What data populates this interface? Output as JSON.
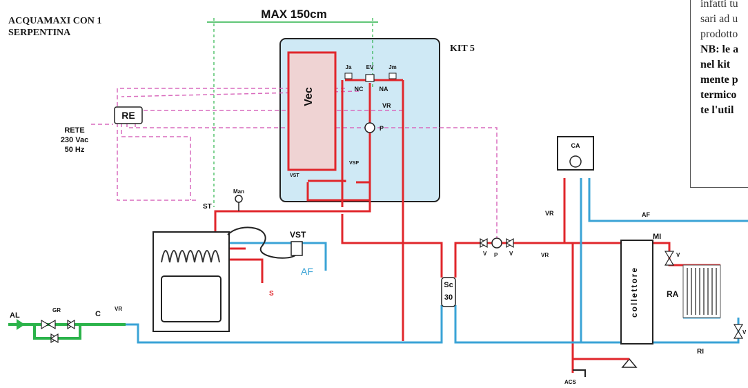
{
  "header": {
    "line1": "ACQUAMAXI CON 1",
    "line2": "SERPENTINA"
  },
  "note": {
    "lines": [
      "infatti tu",
      "sari ad u",
      "prodotto"
    ],
    "bold_lines": [
      "NB: le a",
      "nel kit",
      "mente p",
      "termico",
      "te l'util"
    ]
  },
  "labels": {
    "max": "MAX 150cm",
    "kit": "KIT 5",
    "re": "RE",
    "rete1": "RETE",
    "rete2": "230 Vac",
    "rete3": "50 Hz",
    "vec": "Vec",
    "ja": "Ja",
    "ev": "EV",
    "jm": "Jm",
    "nc": "NC",
    "na": "NA",
    "vr": "VR",
    "p": "P",
    "vsp": "VSP",
    "vst": "VST",
    "st": "ST",
    "man": "Man",
    "af": "AF",
    "s": "S",
    "al": "AL",
    "gr": "GR",
    "c": "C",
    "sc": "Sc",
    "sc30": "30",
    "v": "V",
    "ca": "CA",
    "mi": "MI",
    "ra": "RA",
    "ri": "RI",
    "collettore": "collettore",
    "acs": "ACS"
  },
  "colors": {
    "hot": "#e0262b",
    "cold": "#3aa3d6",
    "supply": "#2bb34a",
    "signal": "#d96bbd",
    "kit_bg": "#cfe9f5",
    "dim": "#2bb34a"
  }
}
